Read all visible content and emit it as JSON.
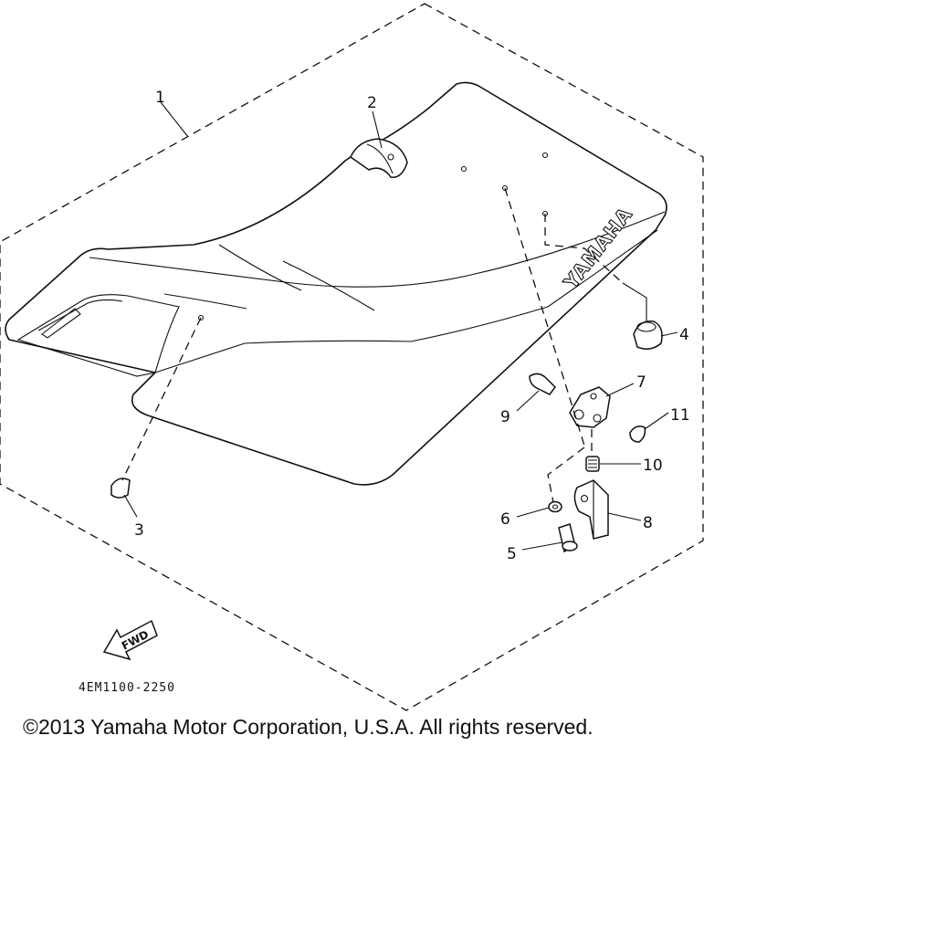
{
  "diagram": {
    "callouts": {
      "c1": "1",
      "c2": "2",
      "c3": "3",
      "c4": "4",
      "c5": "5",
      "c6": "6",
      "c7": "7",
      "c8": "8",
      "c9": "9",
      "c10": "10",
      "c11": "11"
    },
    "seat_logo": "YAMAHA",
    "fwd_label": "FWD",
    "diagram_code": "4EM1100-2250"
  },
  "footer": {
    "copyright": "©2013 Yamaha Motor Corporation, U.S.A. All rights reserved."
  }
}
